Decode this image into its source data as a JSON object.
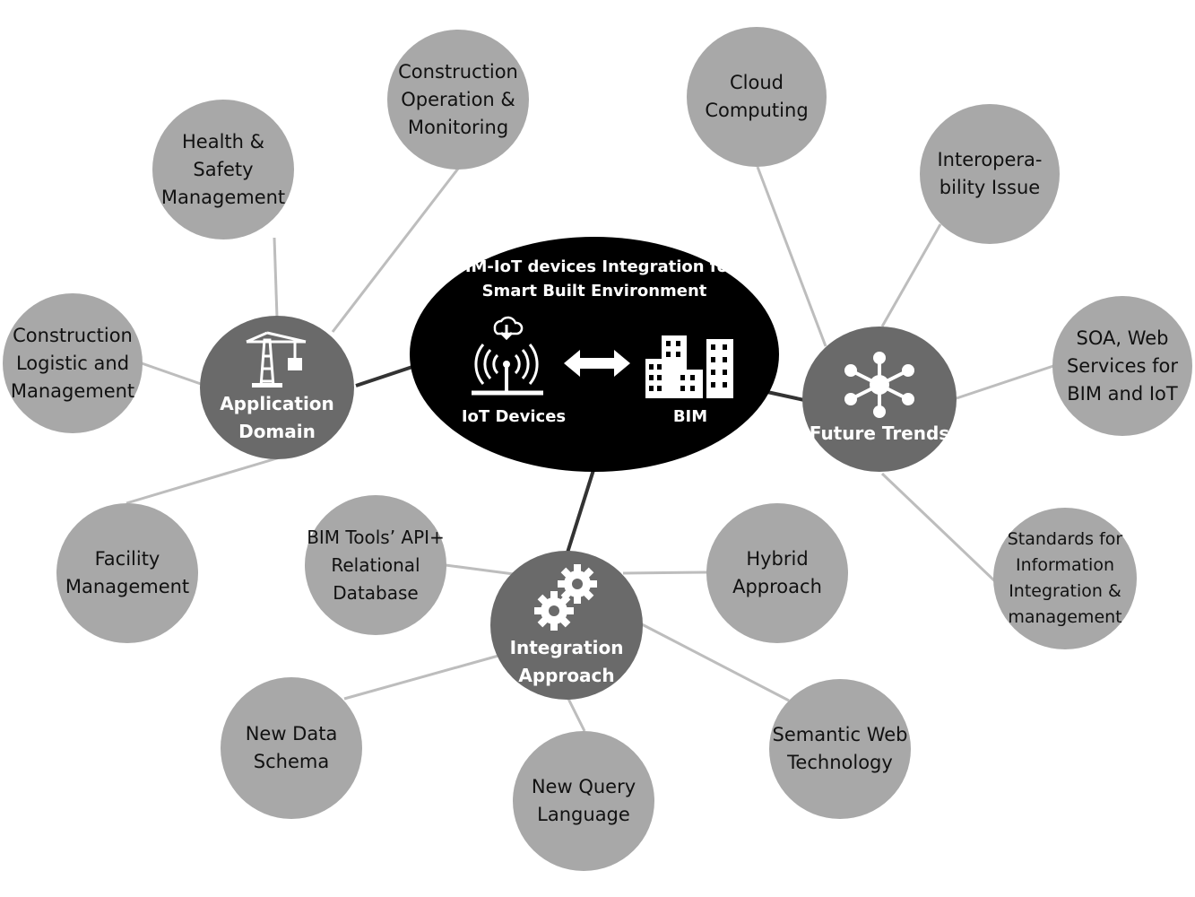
{
  "center": {
    "title": "BIM-IoT devices Integration for\nSmart Built Environment",
    "left_label": "IoT Devices",
    "right_label": "BIM",
    "left_icon": "iot-antenna-icon",
    "right_icon": "buildings-icon",
    "arrow_icon": "double-arrow-icon"
  },
  "hubs": [
    {
      "id": "application",
      "label": "Application\nDomain",
      "icon": "crane-icon"
    },
    {
      "id": "future",
      "label": "Future Trends",
      "icon": "network-icon"
    },
    {
      "id": "integration",
      "label": "Integration\nApproach",
      "icon": "gears-icon"
    }
  ],
  "leaves": [
    {
      "hub": "application",
      "label": "Health &\nSafety\nManagement"
    },
    {
      "hub": "application",
      "label": "Construction\nOperation &\nMonitoring"
    },
    {
      "hub": "application",
      "label": "Construction\nLogistic and\nManagement"
    },
    {
      "hub": "application",
      "label": "Facility\nManagement"
    },
    {
      "hub": "future",
      "label": "Cloud\nComputing"
    },
    {
      "hub": "future",
      "label": "Interopera-\nbility Issue"
    },
    {
      "hub": "future",
      "label": "SOA, Web\nServices for\nBIM and IoT"
    },
    {
      "hub": "future",
      "label": "Standards for\nInformation\nIntegration &\nmanagement"
    },
    {
      "hub": "integration",
      "label": "BIM Tools’ API+\nRelational\nDatabase"
    },
    {
      "hub": "integration",
      "label": "Hybrid\nApproach"
    },
    {
      "hub": "integration",
      "label": "New Data\nSchema"
    },
    {
      "hub": "integration",
      "label": "New Query\nLanguage"
    },
    {
      "hub": "integration",
      "label": "Semantic Web\nTechnology"
    }
  ],
  "colors": {
    "leaf_fill": "#a8a8a8",
    "hub_fill": "#6a6a6a",
    "center_fill": "#000000",
    "hub_link": "#333333",
    "leaf_link": "#bdbdbd"
  }
}
